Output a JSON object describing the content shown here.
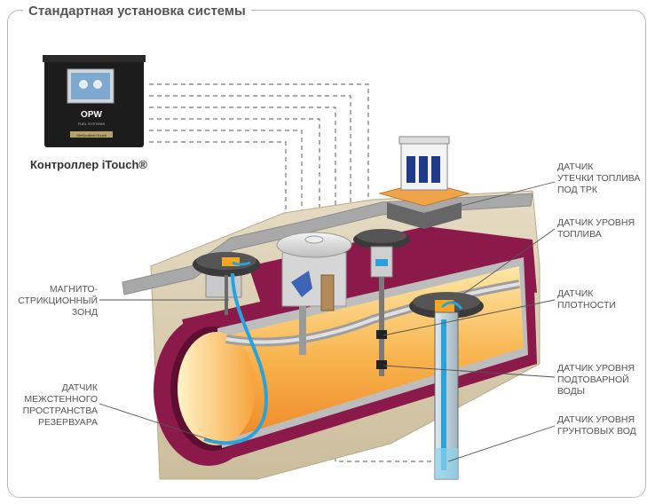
{
  "title": "Стандартная установка системы",
  "controller": {
    "caption": "Контроллер iTouch®",
    "brand": "OPW",
    "brand_sub": "FUEL SYSTEMS",
    "panel_label": "SiteSentinel iTouch"
  },
  "labels": {
    "leak_sensor": [
      "ДАТЧИК",
      "УТЕЧКИ ТОПЛИВА",
      "ПОД ТРК"
    ],
    "fuel_level": [
      "ДАТЧИК УРОВНЯ",
      "ТОПЛИВА"
    ],
    "density": [
      "ДАТЧИК",
      "ПЛОТНОСТИ"
    ],
    "water_level": [
      "ДАТЧИК УРОВНЯ",
      "ПОДТОВАРНОЙ",
      "ВОДЫ"
    ],
    "groundwater": [
      "ДАТЧИК УРОВНЯ",
      "ГРУНТОВЫХ ВОД"
    ],
    "probe": [
      "МАГНИТО-",
      "СТРИКЦИОННЫЙ",
      "ЗОНД"
    ],
    "interstitial": [
      "ДАТЧИК",
      "МЕЖСТЕННОГО",
      "ПРОСТРАНСТВА",
      "РЕЗЕРВУАРА"
    ]
  },
  "colors": {
    "tank_shell": "#8b1a4a",
    "fuel": "#f7a23a",
    "sensor": "#f5a623",
    "cable": "#2aa3dc",
    "soil": "#d8cdb4",
    "concrete": "#9a9a9a",
    "dashed_line": "#777777"
  }
}
